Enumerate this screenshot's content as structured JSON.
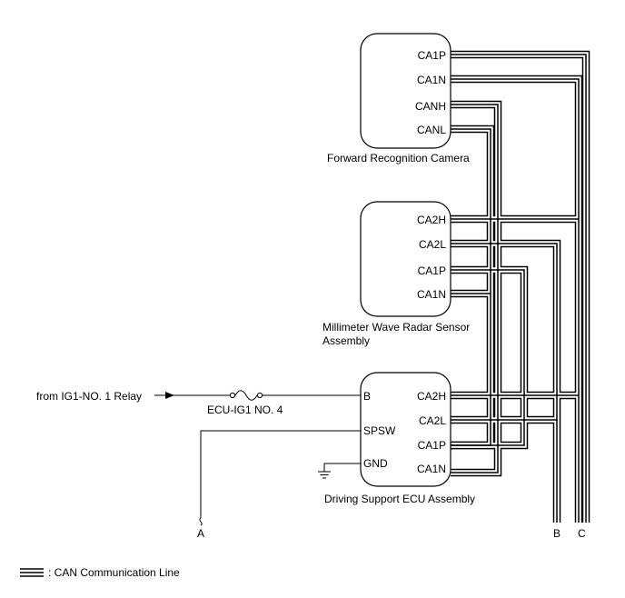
{
  "components": {
    "camera": {
      "label": "Forward Recognition Camera",
      "pins": [
        "CA1P",
        "CA1N",
        "CANH",
        "CANL"
      ]
    },
    "radar": {
      "label_line1": "Millimeter Wave Radar Sensor",
      "label_line2": "Assembly",
      "pins": [
        "CA2H",
        "CA2L",
        "CA1P",
        "CA1N"
      ]
    },
    "ecu": {
      "label": "Driving Support ECU Assembly",
      "pins_left": [
        "B",
        "SPSW",
        "GND"
      ],
      "pins_right": [
        "CA2H",
        "CA2L",
        "CA1P",
        "CA1N"
      ]
    }
  },
  "power": {
    "source": "from IG1-NO. 1 Relay",
    "fuse": "ECU-IG1 NO. 4"
  },
  "connectors": [
    "A",
    "B",
    "C"
  ],
  "legend": {
    "label": ": CAN Communication Line"
  }
}
